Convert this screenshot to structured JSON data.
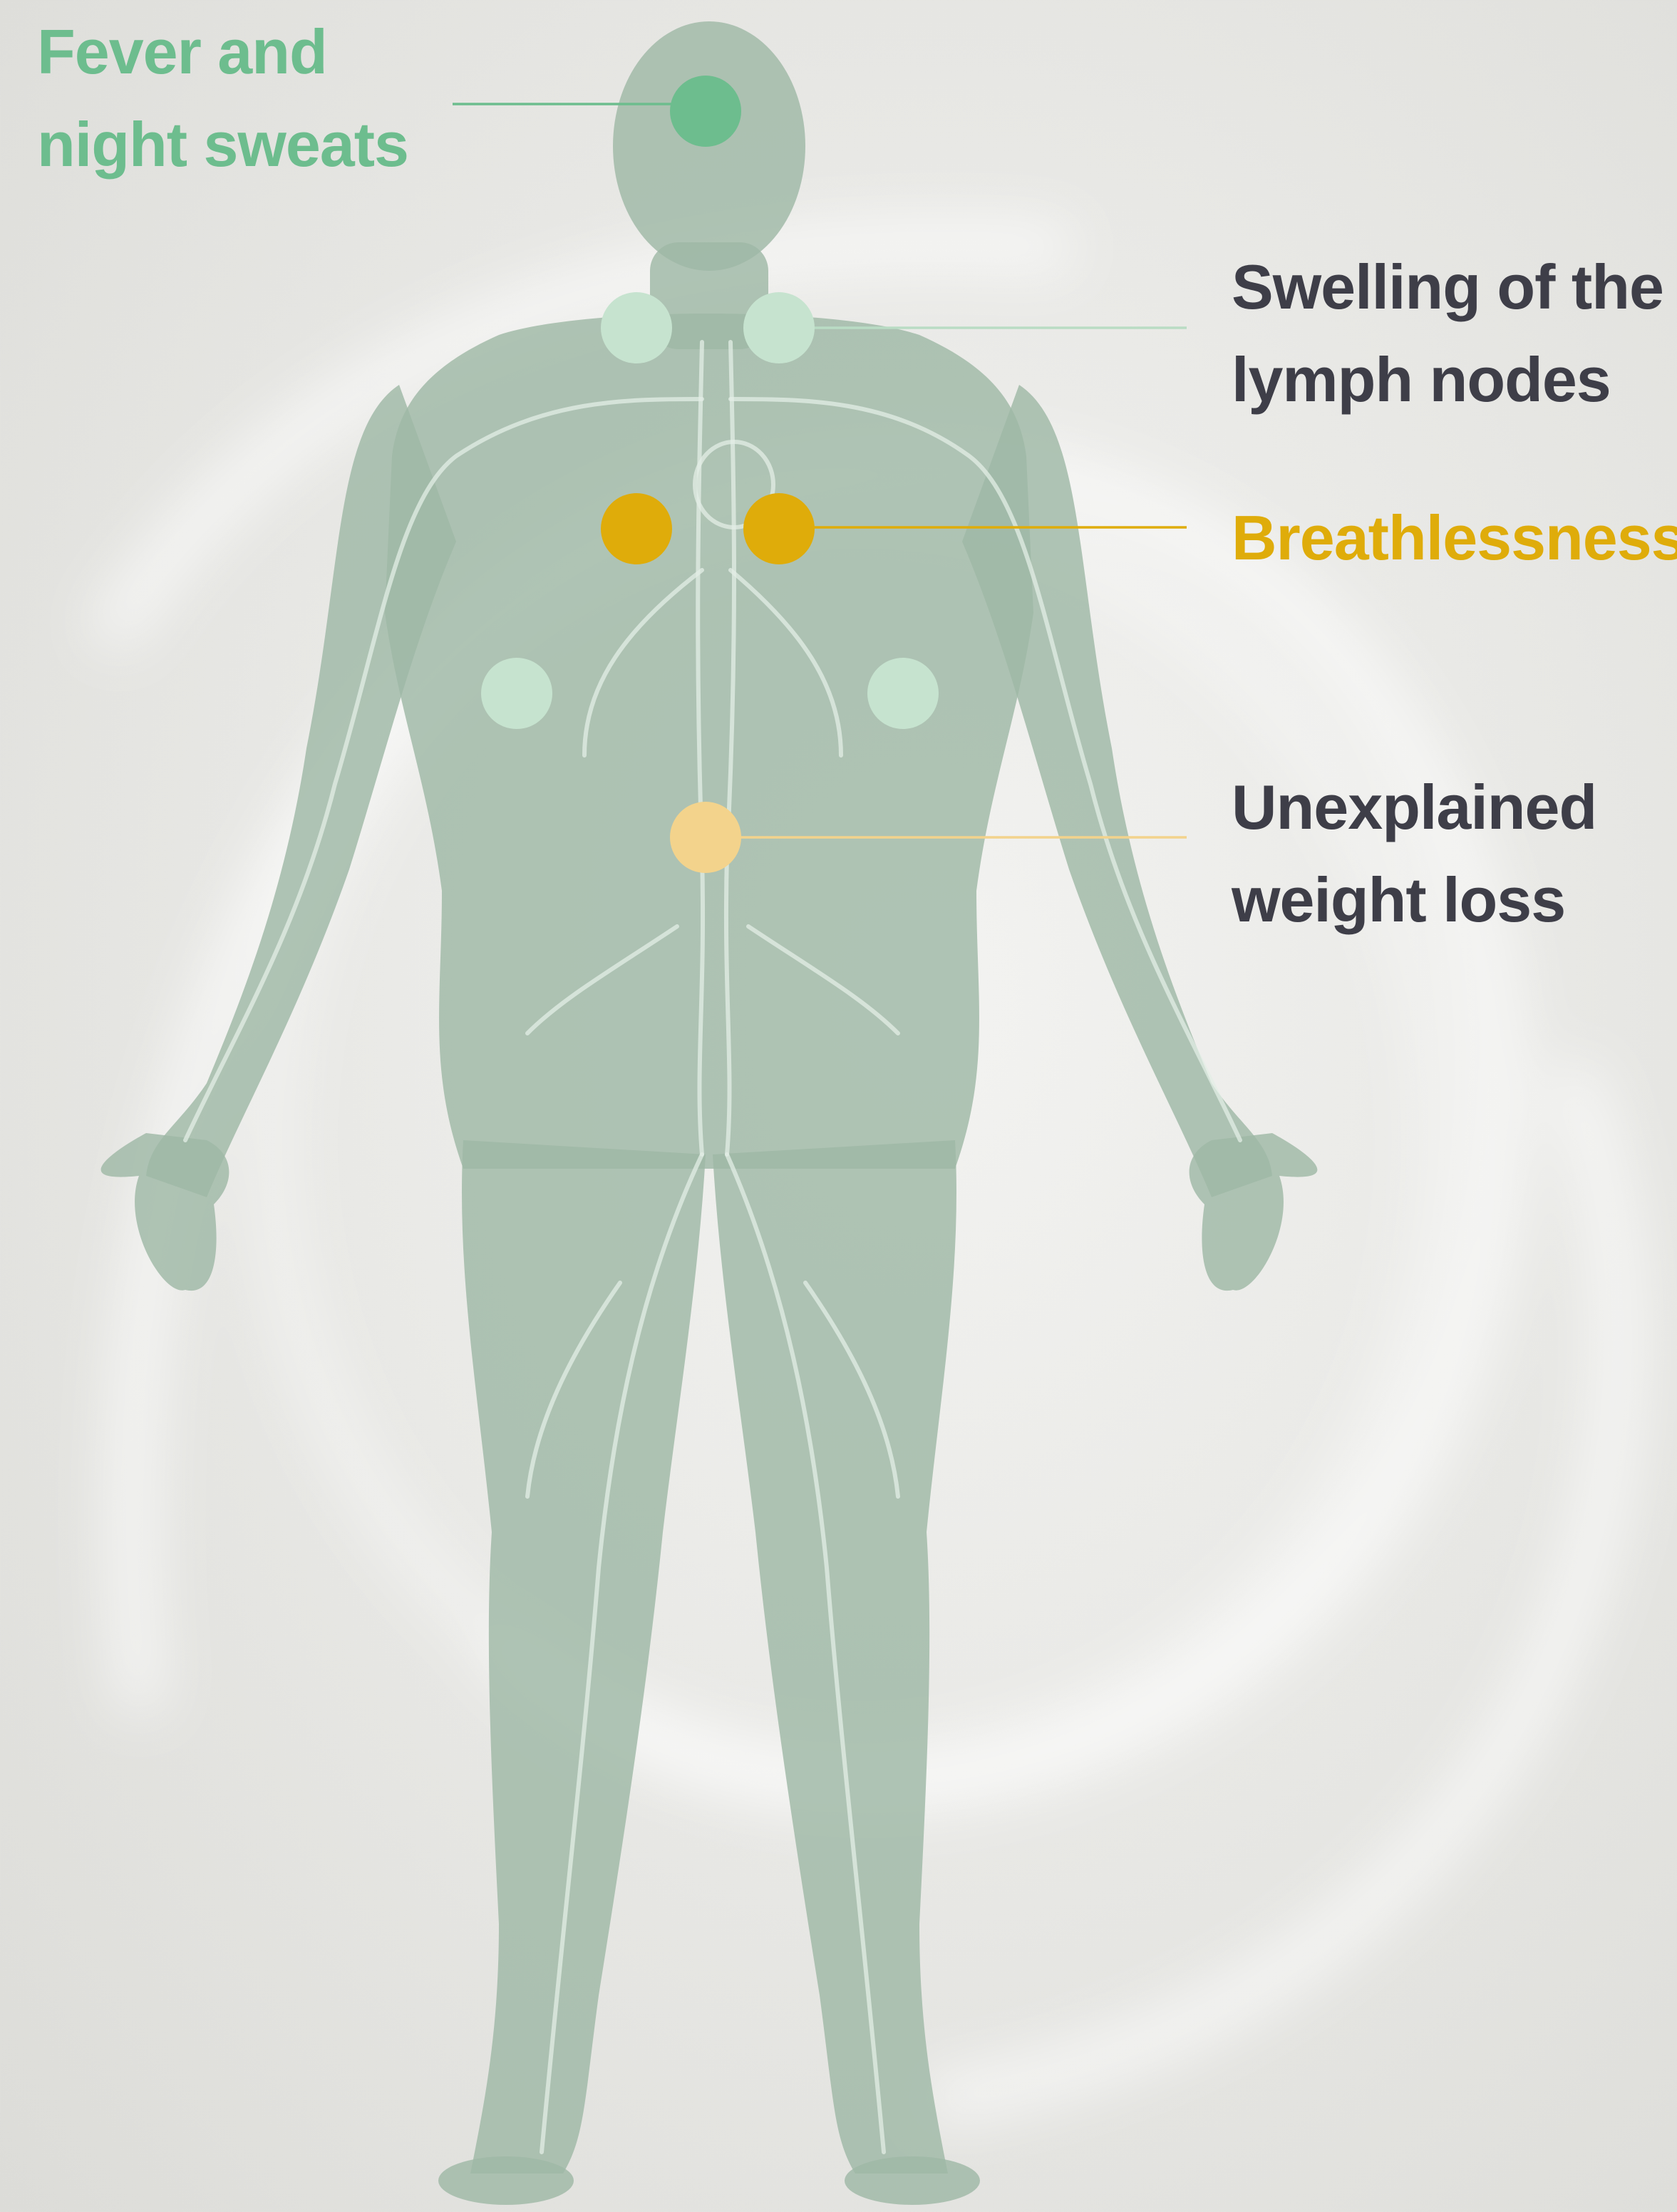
{
  "symptoms": {
    "fever": {
      "line1": "Fever and",
      "line2": "night sweats",
      "color": "#6dbd8e"
    },
    "lymph": {
      "line1": "Swelling of the",
      "line2": "lymph nodes",
      "color": "#b9dcc4"
    },
    "breath": {
      "line1": "Breathlessness",
      "color": "#dfac0a"
    },
    "weight": {
      "line1": "Unexplained",
      "line2": "weight loss",
      "color": "#f3d38c"
    }
  },
  "colors": {
    "label_dark": "#3e3e48",
    "body_fill": "#9fb8a6",
    "vessel": "#e3ede6"
  }
}
